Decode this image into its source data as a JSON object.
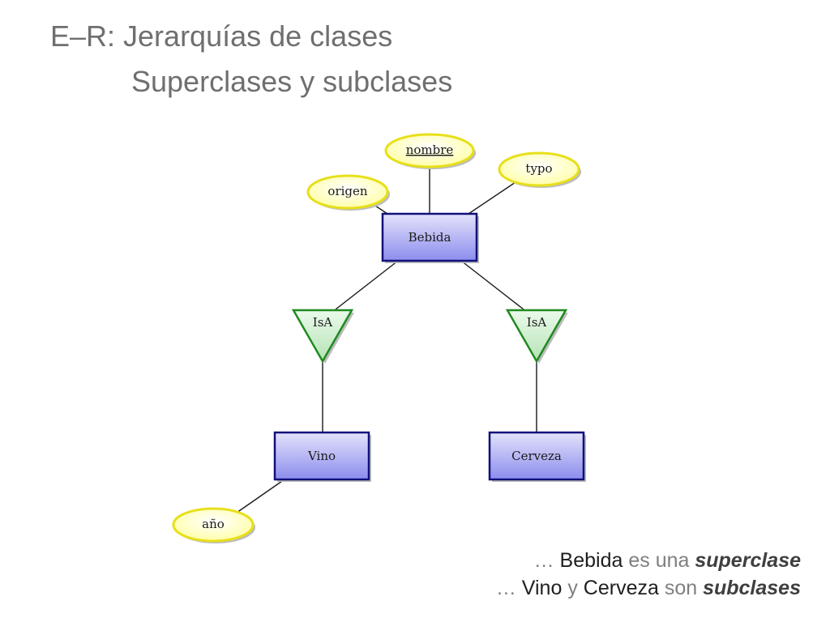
{
  "title": {
    "line1": "E–R: Jerarquías de clases",
    "line2": "Superclases y subclases"
  },
  "diagram": {
    "entities": {
      "bebida": "Bebida",
      "vino": "Vino",
      "cerveza": "Cerveza"
    },
    "attributes": {
      "nombre": "nombre",
      "typo": "typo",
      "origen": "origen",
      "anio": "año"
    },
    "relationships": {
      "isa_left": "IsA",
      "isa_right": "IsA"
    },
    "key_attribute": "nombre"
  },
  "caption": {
    "line1": {
      "prefix": "… ",
      "entity": "Bebida",
      "mid": " es una ",
      "term": "superclase"
    },
    "line2": {
      "prefix": "… ",
      "entity1": "Vino",
      "conj": " y ",
      "entity2": "Cerveza",
      "mid": " son ",
      "term": "subclases"
    }
  },
  "colors": {
    "title_text": "#6f6f6f",
    "entity_fill_top": "#e3e3fb",
    "entity_fill_bottom": "#8c8cee",
    "entity_border": "#10107a",
    "attribute_fill": "#ffffc4",
    "attribute_border": "#e8df1a",
    "isa_fill": "#cdeecd",
    "isa_border": "#1f8a1f",
    "connector": "#1a1a1a"
  }
}
